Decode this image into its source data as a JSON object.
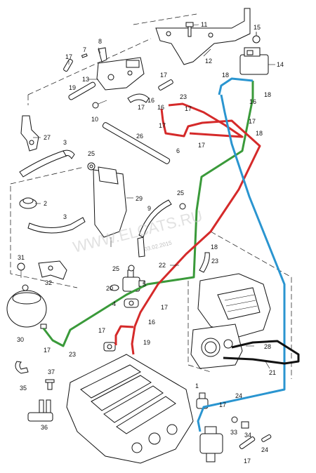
{
  "watermark": "WWW.ELCATS.RU",
  "date_stamp": "03.02.2015",
  "colors": {
    "green": "#3a9a3a",
    "red": "#d52a2a",
    "blue": "#2a95d0",
    "black": "#111111"
  },
  "callouts": {
    "c1": "1",
    "c2": "2",
    "c3a": "3",
    "c3b": "3",
    "c4": "4",
    "c5": "5",
    "c6": "6",
    "c7": "7",
    "c8": "8",
    "c9": "9",
    "c10": "10",
    "c11": "11",
    "c12": "12",
    "c13": "13",
    "c14": "14",
    "c15": "15",
    "c16a": "16",
    "c16b": "16",
    "c16c": "16",
    "c16d": "16",
    "c17a": "17",
    "c17b": "17",
    "c17c": "17",
    "c17d": "17",
    "c17e": "17",
    "c17f": "17",
    "c17g": "17",
    "c17h": "17",
    "c17i": "17",
    "c17j": "17",
    "c18a": "18",
    "c18b": "18",
    "c18c": "18",
    "c18d": "18",
    "c19a": "19",
    "c19b": "19",
    "c20": "20",
    "c21": "21",
    "c22": "22",
    "c23a": "23",
    "c23b": "23",
    "c23c": "23",
    "c24a": "24",
    "c24b": "24",
    "c25a": "25",
    "c25b": "25",
    "c25c": "25",
    "c26": "26",
    "c27": "27",
    "c28": "28",
    "c29": "29",
    "c30": "30",
    "c31": "31",
    "c32": "32",
    "c33": "33",
    "c34": "34",
    "c35": "35",
    "c36": "36",
    "c37": "37"
  }
}
